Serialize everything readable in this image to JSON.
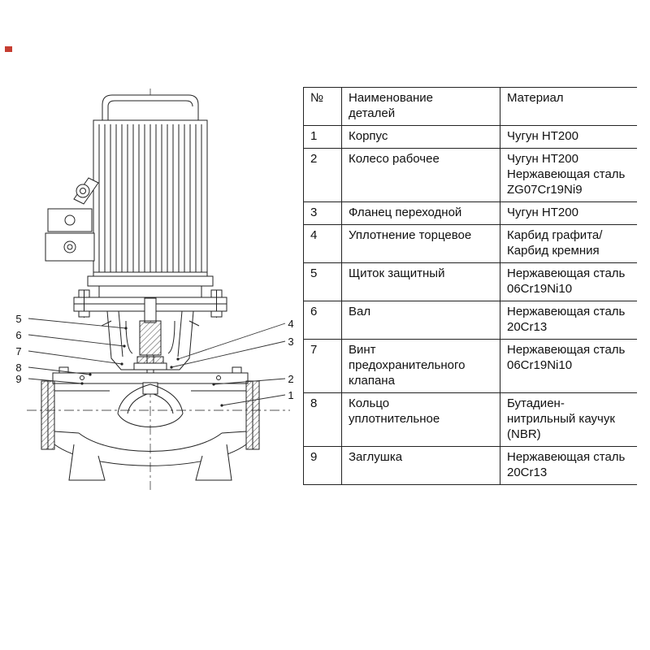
{
  "diagram": {
    "callouts": {
      "left": [
        "5",
        "6",
        "7",
        "8",
        "9"
      ],
      "right": [
        "4",
        "3",
        "2",
        "1"
      ]
    }
  },
  "table": {
    "headers": {
      "num": "№",
      "name": "Наименование\nдеталей",
      "material": "Материал"
    },
    "rows": [
      {
        "num": "1",
        "name": "Корпус",
        "material": "Чугун HT200"
      },
      {
        "num": "2",
        "name": "Колесо рабочее",
        "material": "Чугун HT200\nНержавеющая сталь\nZG07Cr19Ni9"
      },
      {
        "num": "3",
        "name": "Фланец переходной",
        "material": "Чугун HT200"
      },
      {
        "num": "4",
        "name": "Уплотнение торцевое",
        "material": "Карбид графита/\nКарбид кремния"
      },
      {
        "num": "5",
        "name": "Щиток защитный",
        "material": "Нержавеющая сталь\n06Cr19Ni10"
      },
      {
        "num": "6",
        "name": "Вал",
        "material": "Нержавеющая сталь\n20Cr13"
      },
      {
        "num": "7",
        "name": "Винт\nпредохранительного\nклапана",
        "material": "Нержавеющая сталь\n06Cr19Ni10"
      },
      {
        "num": "8",
        "name": "Кольцо\nуплотнительное",
        "material": "Бутадиен-\nнитрильный каучук\n(NBR)"
      },
      {
        "num": "9",
        "name": "Заглушка",
        "material": "Нержавеющая сталь\n20Cr13"
      }
    ]
  }
}
